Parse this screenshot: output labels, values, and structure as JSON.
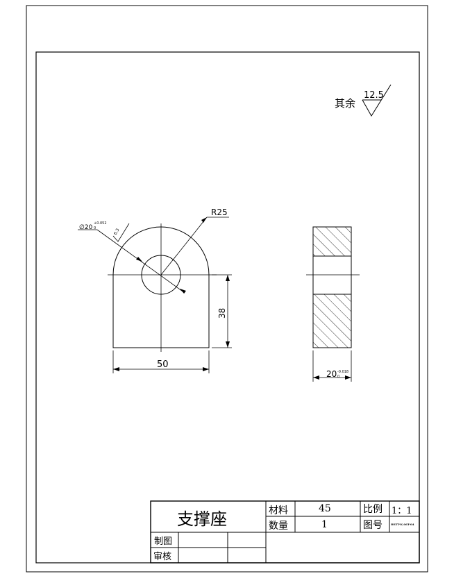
{
  "roughness": {
    "label": "其余",
    "value": "12.5"
  },
  "front_view": {
    "radius_label": "R25",
    "hole_label": "∅20",
    "hole_tol_upper": "+0.052",
    "hole_tol_lower": "0",
    "hole_roughness": "6.3",
    "height_label": "38",
    "width_label": "50"
  },
  "side_view": {
    "thickness_label": "20",
    "thickness_tol_upper": "-0.018",
    "thickness_tol_lower": "0"
  },
  "title_block": {
    "part_name": "支撑座",
    "material_label": "材料",
    "material_value": "45",
    "scale_label": "比例",
    "scale_value": "1：1",
    "quantity_label": "数量",
    "quantity_value": "1",
    "drawing_no_label": "图号",
    "drawing_no_value": "HSTT-K.06T-04",
    "drawn_by_label": "制图",
    "checked_by_label": "审核"
  }
}
